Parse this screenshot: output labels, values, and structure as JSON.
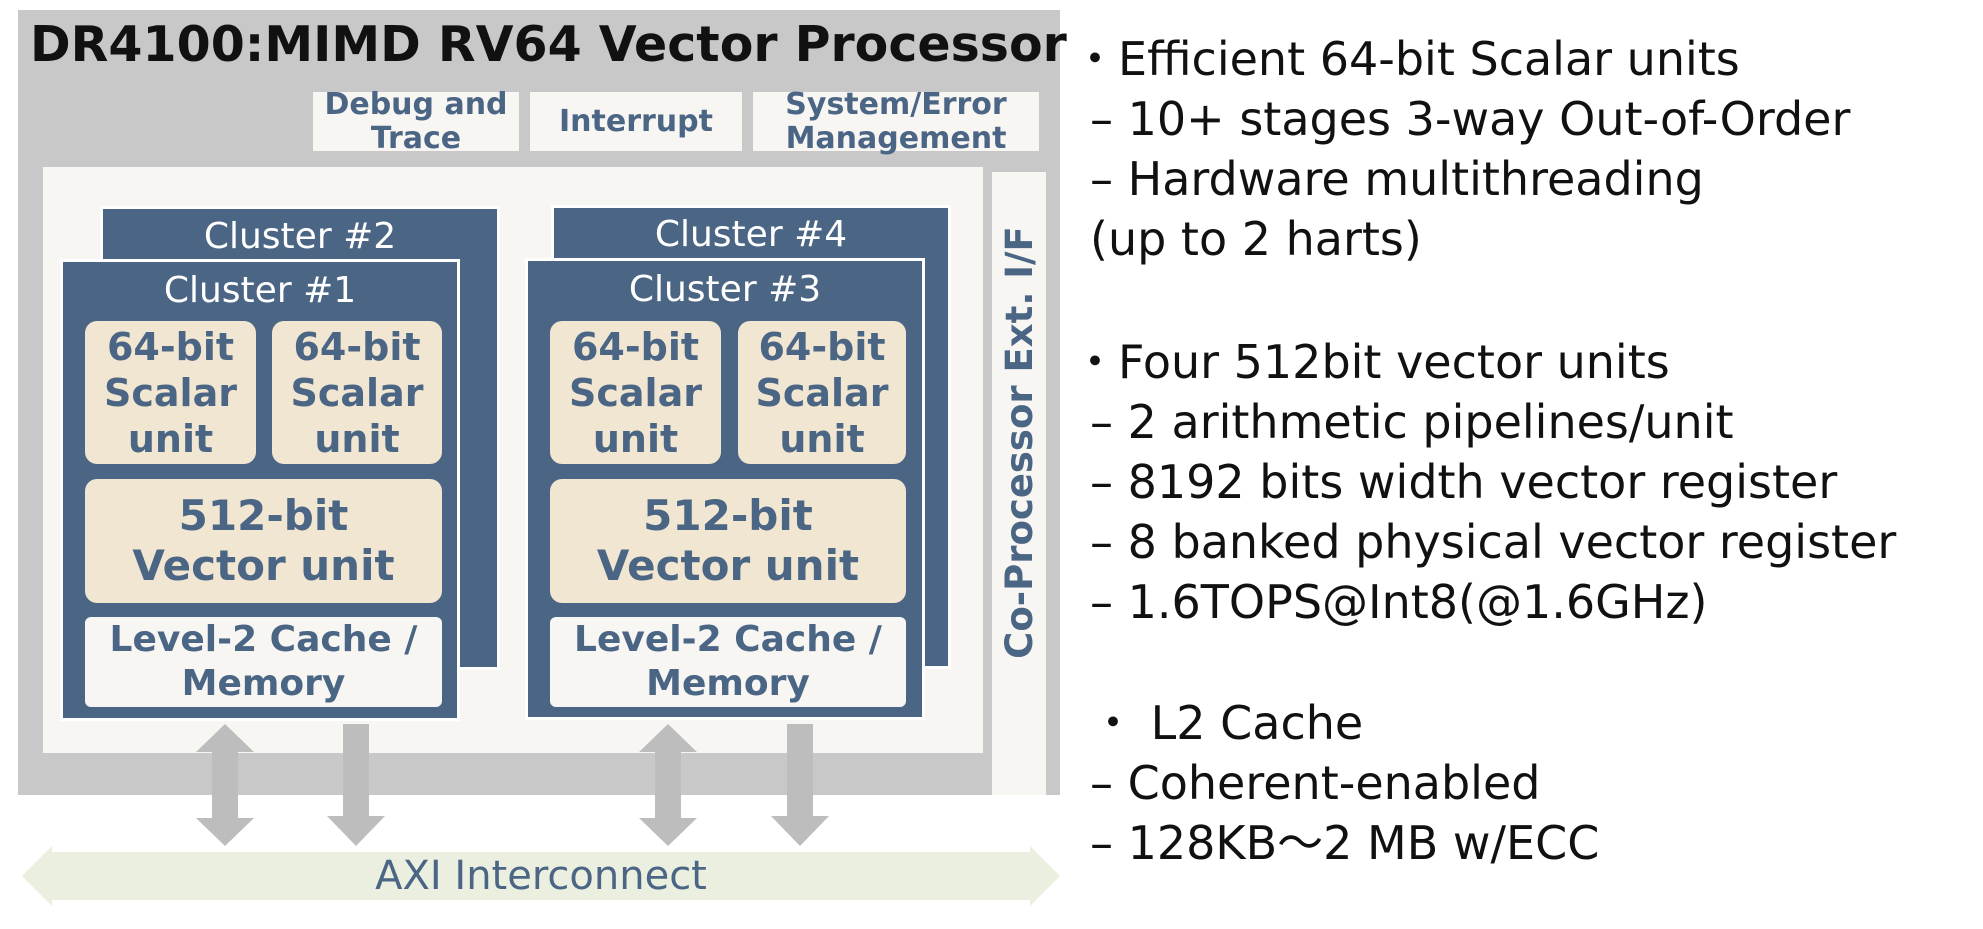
{
  "diagram": {
    "title": "DR4100:MIMD RV64 Vector Processor",
    "top_boxes": {
      "debug": "Debug and\nTrace",
      "interrupt": "Interrupt",
      "system": "System/Error\nManagement"
    },
    "coprocessor": "Co-Processor Ext. I/F",
    "clusters": {
      "c2": "Cluster #2",
      "c4": "Cluster #4",
      "c1": "Cluster #1",
      "c3": "Cluster #3"
    },
    "scalar_unit": "64-bit\nScalar\nunit",
    "vector_unit": "512-bit\nVector unit",
    "l2": "Level-2 Cache /\nMemory",
    "axi": "AXI Interconnect"
  },
  "features": {
    "line1": "・Efficient 64-bit Scalar units",
    "line2": " – 10+ stages 3-way Out-of-Order",
    "line3": " – Hardware multithreading",
    "line4": "   (up to 2 harts)",
    "line5": "・Four 512bit vector units",
    "line6": " – 2 arithmetic pipelines/unit",
    "line7": " – 8192 bits width vector register",
    "line8": " – 8 banked physical vector register",
    "line9": " – 1.6TOPS@Int8(@1.6GHz)",
    "line10": " ・ L2 Cache",
    "line11": " –  Coherent-enabled",
    "line12": " –  128KB～2 MB w/ECC"
  },
  "colors": {
    "cluster": "#4b6584",
    "unit_fill": "#f1e6d1",
    "panel": "#c9c8c8",
    "light": "#f7f6f3",
    "arrow": "#bdbdbd",
    "axi": "#ebefe0"
  }
}
